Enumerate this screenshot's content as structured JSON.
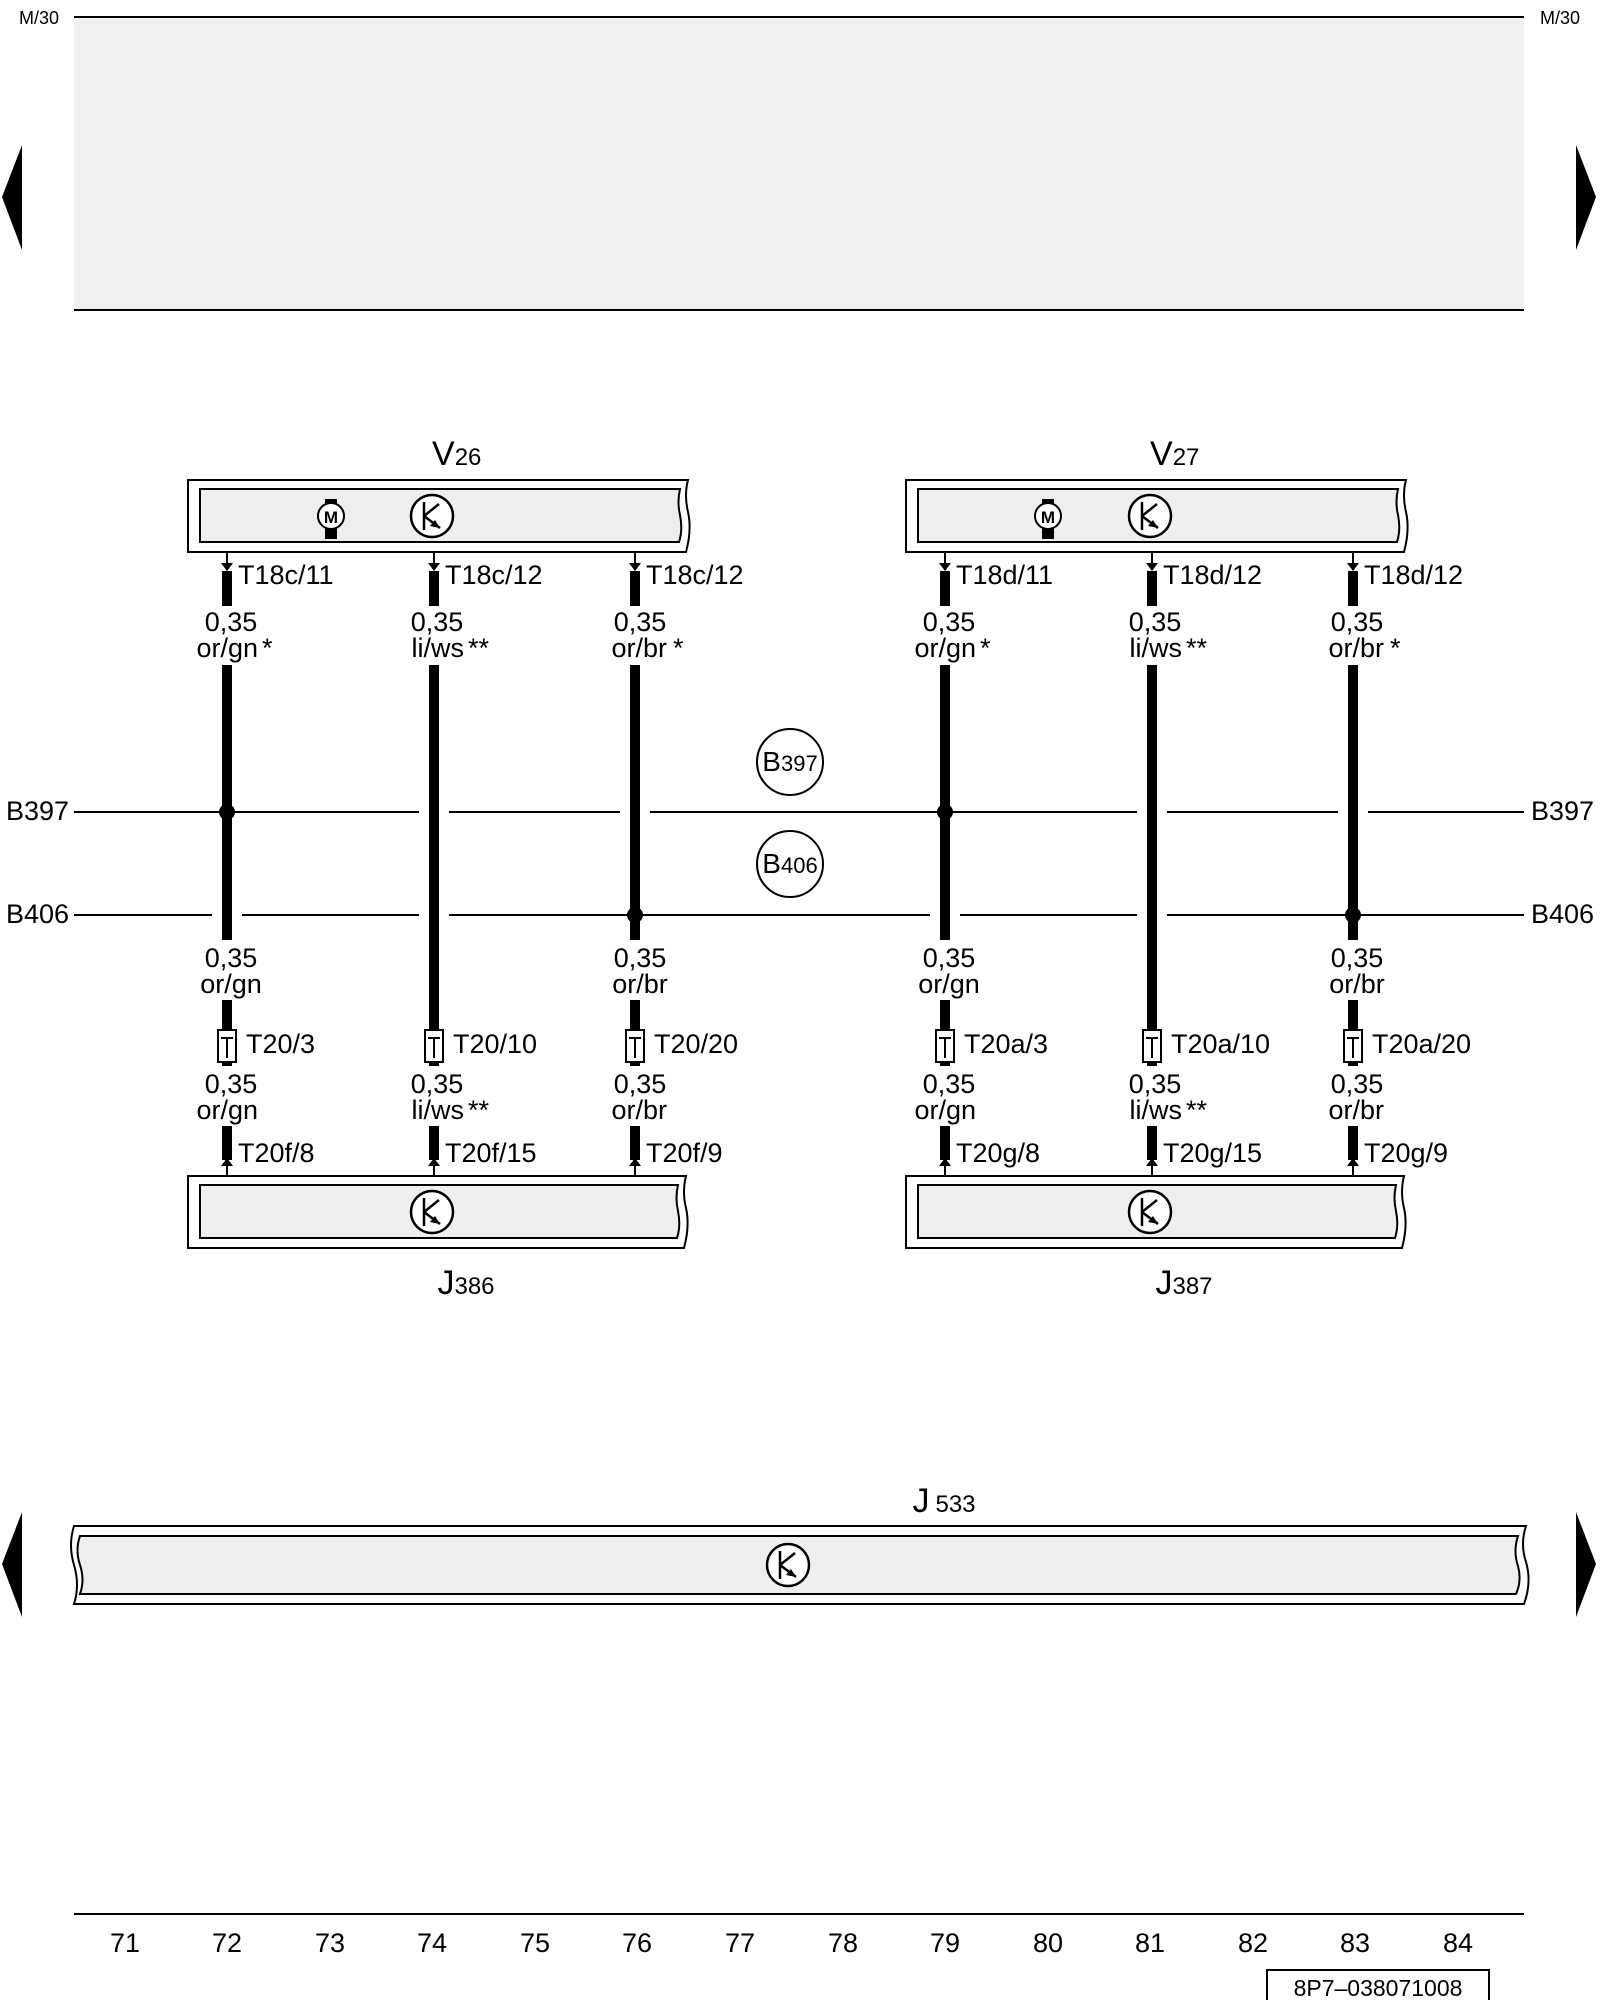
{
  "page_ref": {
    "left": "M/30",
    "right": "M/30"
  },
  "buses": {
    "b397": {
      "label_left": "B397",
      "label_right": "B397",
      "circle_main": "B",
      "circle_sub": "397"
    },
    "b406": {
      "label_left": "B406",
      "label_right": "B406",
      "circle_main": "B",
      "circle_sub": "406"
    }
  },
  "components": {
    "v26": {
      "main": "V",
      "sub": "26",
      "motor_symbol": "M"
    },
    "v27": {
      "main": "V",
      "sub": "27",
      "motor_symbol": "M"
    },
    "j386": {
      "main": "J",
      "sub": "386"
    },
    "j387": {
      "main": "J",
      "sub": "387"
    },
    "j533": {
      "main": "J",
      "sub": "533"
    }
  },
  "wires": [
    {
      "top_pin": "T18c/11",
      "spec_size": "0,35",
      "spec_color": "or/gn",
      "spec_mark": "*",
      "mid_size": "0,35",
      "mid_color": "or/gn",
      "connector": "T20/3",
      "low_size": "0,35",
      "low_color": "or/gn",
      "low_mark": "",
      "bottom_pin": "T20f/8"
    },
    {
      "top_pin": "T18c/12",
      "spec_size": "0,35",
      "spec_color": "li/ws",
      "spec_mark": "**",
      "mid_size": "",
      "mid_color": "",
      "connector": "T20/10",
      "low_size": "0,35",
      "low_color": "li/ws",
      "low_mark": "**",
      "bottom_pin": "T20f/15"
    },
    {
      "top_pin": "T18c/12",
      "spec_size": "0,35",
      "spec_color": "or/br",
      "spec_mark": "*",
      "mid_size": "0,35",
      "mid_color": "or/br",
      "connector": "T20/20",
      "low_size": "0,35",
      "low_color": "or/br",
      "low_mark": "",
      "bottom_pin": "T20f/9"
    },
    {
      "top_pin": "T18d/11",
      "spec_size": "0,35",
      "spec_color": "or/gn",
      "spec_mark": "*",
      "mid_size": "0,35",
      "mid_color": "or/gn",
      "connector": "T20a/3",
      "low_size": "0,35",
      "low_color": "or/gn",
      "low_mark": "",
      "bottom_pin": "T20g/8"
    },
    {
      "top_pin": "T18d/12",
      "spec_size": "0,35",
      "spec_color": "li/ws",
      "spec_mark": "**",
      "mid_size": "",
      "mid_color": "",
      "connector": "T20a/10",
      "low_size": "0,35",
      "low_color": "li/ws",
      "low_mark": "**",
      "bottom_pin": "T20g/15"
    },
    {
      "top_pin": "T18d/12",
      "spec_size": "0,35",
      "spec_color": "or/br",
      "spec_mark": "*",
      "mid_size": "0,35",
      "mid_color": "or/br",
      "connector": "T20a/20",
      "low_size": "0,35",
      "low_color": "or/br",
      "low_mark": "",
      "bottom_pin": "T20g/9"
    }
  ],
  "track_numbers": [
    "71",
    "72",
    "73",
    "74",
    "75",
    "76",
    "77",
    "78",
    "79",
    "80",
    "81",
    "82",
    "83",
    "84"
  ],
  "drawing_number": "8P7–038071008",
  "colors": {
    "line": "#000000",
    "panel_fill": "#f0f0f0",
    "component_fill": "#eeeeee"
  }
}
